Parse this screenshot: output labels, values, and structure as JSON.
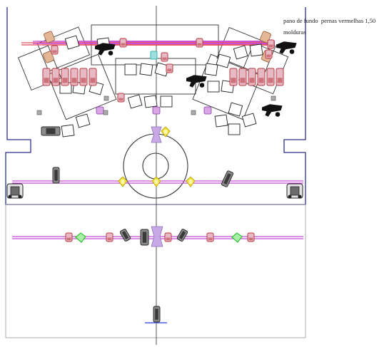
{
  "notes": {
    "backdrop": "pano de fundo",
    "legs": "pernas vermelhas 1,50",
    "frames": "molduras"
  },
  "colors": {
    "stage_outline": "#2b2f8f",
    "red_batten": "#e8475a",
    "magenta_batten": "#c64cd6",
    "fixture_red": "#b8393f",
    "fixture_fill": "#e7b9c4",
    "fixture_yellow": "#f2e33a",
    "fixture_green": "#34c23a",
    "fixture_lavender": "#c8a9e6",
    "fixture_cyan": "#3bb3b3",
    "moving_head": "#404040",
    "wings": "#e3b795",
    "ink": "#111111"
  },
  "icons": {
    "red_fixture": "par-can-icon",
    "yellow_fixture": "fresnel-icon",
    "green_fixture": "wash-icon",
    "lavender_fixture": "follow-spot-icon",
    "grey_fixture": "moving-head-icon",
    "black_fixture": "profile-spot-icon",
    "round_stage": "turntable-icon"
  }
}
